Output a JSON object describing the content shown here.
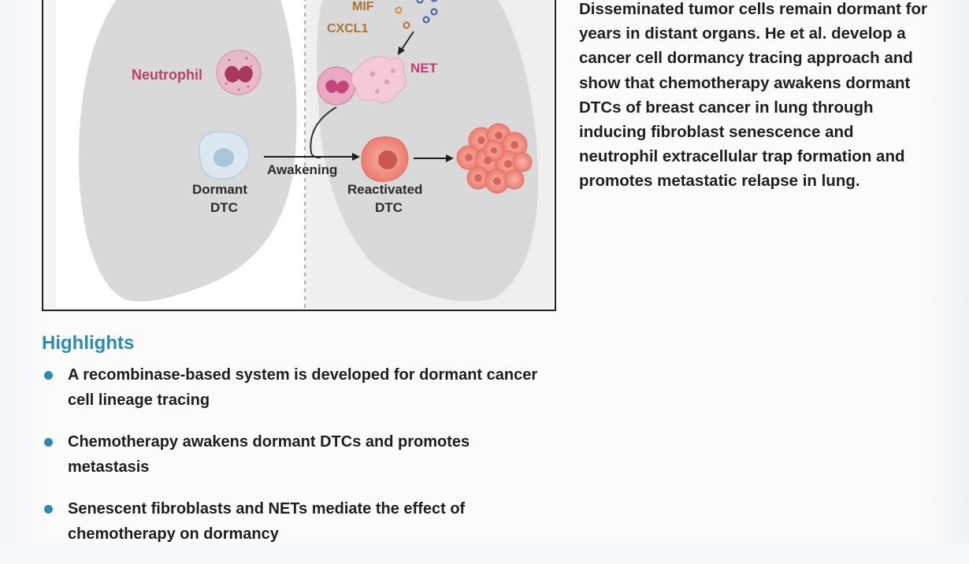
{
  "figure": {
    "labels": {
      "mif": "MIF",
      "cxcl1": "CXCL1",
      "neutrophil": "Neutrophil",
      "net": "NET",
      "awakening": "Awakening",
      "dormant_line1": "Dormant",
      "dormant_line2": "DTC",
      "reactivated_line1": "Reactivated",
      "reactivated_line2": "DTC"
    },
    "colors": {
      "lung": "#d9d9d9",
      "neutrophil_label": "#b8406b",
      "cytokine_label": "#a8742e",
      "net_label": "#c43a78",
      "reactivated_cell": "#ef8578",
      "dormant_cell": "#dbe8f1"
    }
  },
  "summary": {
    "text": "Disseminated tumor cells remain dormant for years in distant organs. He et al. develop a cancer cell dormancy tracing approach and show that chemotherapy awakens dormant DTCs of breast cancer in lung through inducing fibroblast senescence and neutrophil extracellular trap formation and promotes metastatic relapse in lung."
  },
  "highlights": {
    "heading": "Highlights",
    "items": [
      "A recombinase-based system is developed for dormant cancer cell lineage tracing",
      "Chemotherapy awakens dormant DTCs and promotes metastasis",
      "Senescent fibroblasts and NETs mediate the effect of chemotherapy on dormancy"
    ],
    "accent_color": "#2a8bb3"
  }
}
